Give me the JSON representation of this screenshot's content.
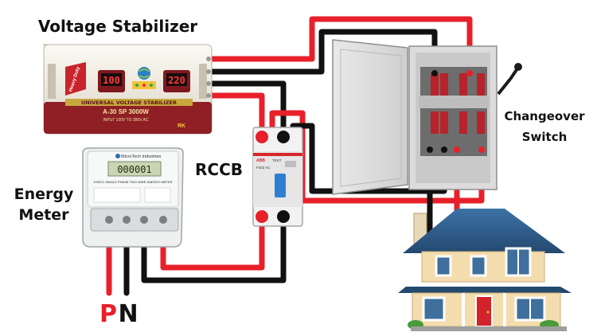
{
  "labels": {
    "stabilizer": "Voltage Stabilizer",
    "rccb": "RCCB",
    "energy_line1": "Energy",
    "energy_line2": "Meter",
    "changeover_line1": "Changeover",
    "changeover_line2": "Switch",
    "phase": "P",
    "neutral": "N"
  },
  "stabilizer": {
    "display_in": "100",
    "display_out": "220",
    "title_band": "UNIVERSAL VOLTAGE STABILIZER",
    "model": "A-30 SP 3000W",
    "spec": "INPUT 100V TO 280V AC",
    "brand": "RK",
    "badge": "Heavy Duty"
  },
  "meter": {
    "brand": "MicroTech Industries",
    "reading": "000001",
    "title": "STATIC SINGLE PHASE TWO WIRE ENERGY METER"
  },
  "rccb": {
    "model": "F202 AC",
    "test": "TEST"
  },
  "colors": {
    "phase": "#e8202a",
    "neutral": "#111111",
    "stabilizer_body": "#f1ede4",
    "stabilizer_base": "#8f1f24",
    "roof": "#2f5f8c",
    "house_wall": "#f3dcae",
    "door": "#d2232a"
  }
}
